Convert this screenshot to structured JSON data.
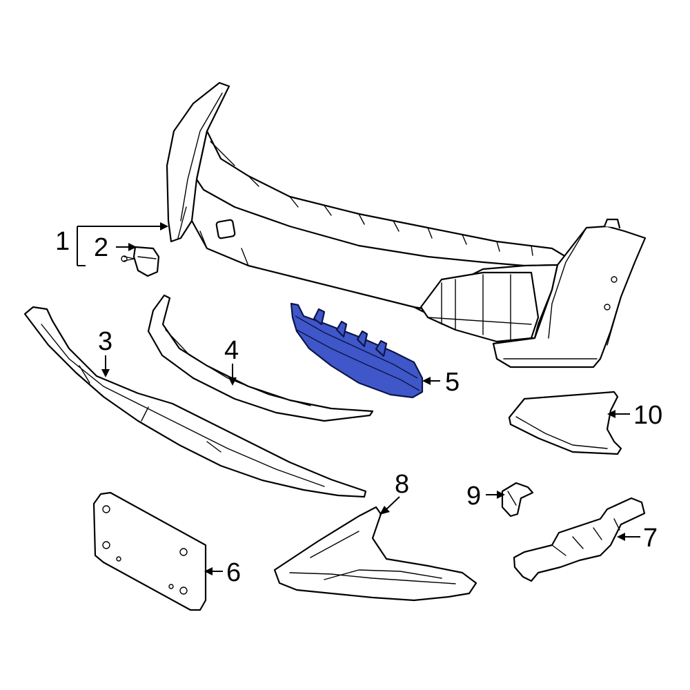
{
  "highlight_color": "#3f57c8",
  "callouts": [
    {
      "id": "1",
      "label": "1"
    },
    {
      "id": "2",
      "label": "2"
    },
    {
      "id": "3",
      "label": "3"
    },
    {
      "id": "4",
      "label": "4"
    },
    {
      "id": "5",
      "label": "5",
      "highlighted": true
    },
    {
      "id": "6",
      "label": "6"
    },
    {
      "id": "7",
      "label": "7"
    },
    {
      "id": "8",
      "label": "8"
    },
    {
      "id": "9",
      "label": "9"
    },
    {
      "id": "10",
      "label": "10"
    }
  ]
}
